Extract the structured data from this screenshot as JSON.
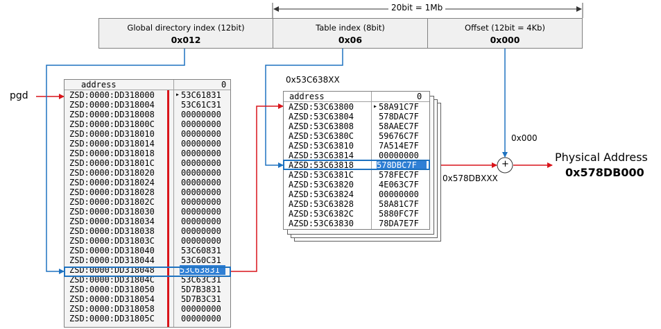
{
  "range_label": "20bit = 1Mb",
  "fields": [
    {
      "label": "Global directory index (12bit)",
      "value": "0x012"
    },
    {
      "label": "Table index (8bit)",
      "value": "0x06"
    },
    {
      "label": "Offset (12bit = 4Kb)",
      "value": "0x000"
    }
  ],
  "pgd_label": "pgd",
  "table_addr_label": "0x53C638XX",
  "offset_label": "0x000",
  "frame_label": "0x578DBXXX",
  "plus_sign": "+",
  "physical": {
    "title": "Physical Address",
    "value": "0x578DB000"
  },
  "colors": {
    "red": "#d9141a",
    "blue": "#1e72c0",
    "highlight": "#2f7fd5"
  },
  "pgd_table": {
    "header": {
      "address": "address",
      "col": "0"
    },
    "rows": [
      {
        "addr": "ZSD:0000:DD318000",
        "val": "53C61831"
      },
      {
        "addr": "ZSD:0000:DD318004",
        "val": "53C61C31"
      },
      {
        "addr": "ZSD:0000:DD318008",
        "val": "00000000"
      },
      {
        "addr": "ZSD:0000:DD31800C",
        "val": "00000000"
      },
      {
        "addr": "ZSD:0000:DD318010",
        "val": "00000000"
      },
      {
        "addr": "ZSD:0000:DD318014",
        "val": "00000000"
      },
      {
        "addr": "ZSD:0000:DD318018",
        "val": "00000000"
      },
      {
        "addr": "ZSD:0000:DD31801C",
        "val": "00000000"
      },
      {
        "addr": "ZSD:0000:DD318020",
        "val": "00000000"
      },
      {
        "addr": "ZSD:0000:DD318024",
        "val": "00000000"
      },
      {
        "addr": "ZSD:0000:DD318028",
        "val": "00000000"
      },
      {
        "addr": "ZSD:0000:DD31802C",
        "val": "00000000"
      },
      {
        "addr": "ZSD:0000:DD318030",
        "val": "00000000"
      },
      {
        "addr": "ZSD:0000:DD318034",
        "val": "00000000"
      },
      {
        "addr": "ZSD:0000:DD318038",
        "val": "00000000"
      },
      {
        "addr": "ZSD:0000:DD31803C",
        "val": "00000000"
      },
      {
        "addr": "ZSD:0000:DD318040",
        "val": "53C60831"
      },
      {
        "addr": "ZSD:0000:DD318044",
        "val": "53C60C31"
      },
      {
        "addr": "ZSD:0000:DD318048",
        "val": "53C63831"
      },
      {
        "addr": "ZSD:0000:DD31804C",
        "val": "53C63C31"
      },
      {
        "addr": "ZSD:0000:DD318050",
        "val": "5D7B3831"
      },
      {
        "addr": "ZSD:0000:DD318054",
        "val": "5D7B3C31"
      },
      {
        "addr": "ZSD:0000:DD318058",
        "val": "00000000"
      },
      {
        "addr": "ZSD:0000:DD31805C",
        "val": "00000000"
      }
    ],
    "selected_index": 18
  },
  "pte_table": {
    "header": {
      "address": "address",
      "col": "0"
    },
    "rows": [
      {
        "addr": "AZSD:53C63800",
        "val": "58A91C7F"
      },
      {
        "addr": "AZSD:53C63804",
        "val": "578DAC7F"
      },
      {
        "addr": "AZSD:53C63808",
        "val": "58AAEC7F"
      },
      {
        "addr": "AZSD:53C6380C",
        "val": "59676C7F"
      },
      {
        "addr": "AZSD:53C63810",
        "val": "7A514E7F"
      },
      {
        "addr": "AZSD:53C63814",
        "val": "00000000"
      },
      {
        "addr": "AZSD:53C63818",
        "val": "578DBC7F"
      },
      {
        "addr": "AZSD:53C6381C",
        "val": "578FEC7F"
      },
      {
        "addr": "AZSD:53C63820",
        "val": "4E063C7F"
      },
      {
        "addr": "AZSD:53C63824",
        "val": "00000000"
      },
      {
        "addr": "AZSD:53C63828",
        "val": "58A81C7F"
      },
      {
        "addr": "AZSD:53C6382C",
        "val": "5880FC7F"
      },
      {
        "addr": "AZSD:53C63830",
        "val": "78DA7E7F"
      }
    ],
    "selected_index": 6
  }
}
